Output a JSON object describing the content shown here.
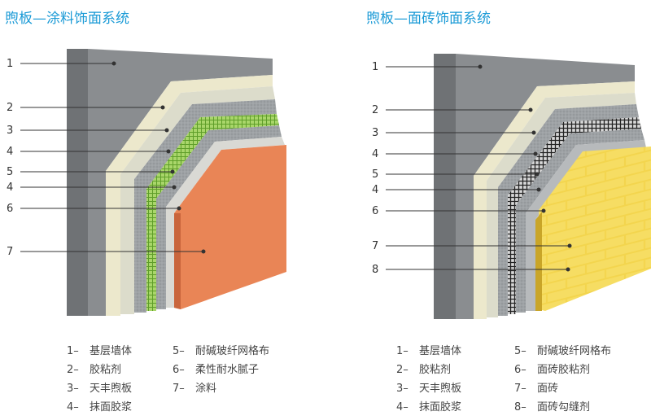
{
  "panels": [
    {
      "title": "煦板—涂料饰面系统",
      "callouts": [
        "1",
        "2",
        "3",
        "4",
        "5",
        "4",
        "6",
        "7"
      ],
      "legend_col1": [
        {
          "num": "1–",
          "text": "基层墙体"
        },
        {
          "num": "2–",
          "text": "胶粘剂"
        },
        {
          "num": "3–",
          "text": "天丰煦板"
        },
        {
          "num": "4–",
          "text": "抹面胶浆"
        }
      ],
      "legend_col2": [
        {
          "num": "5–",
          "text": "耐碱玻纤网格布"
        },
        {
          "num": "6–",
          "text": "柔性耐水腻子"
        },
        {
          "num": "7–",
          "text": "涂料"
        }
      ]
    },
    {
      "title": "煦板—面砖饰面系统",
      "callouts": [
        "1",
        "2",
        "3",
        "4",
        "5",
        "4",
        "6",
        "7",
        "8"
      ],
      "legend_col1": [
        {
          "num": "1–",
          "text": "基层墙体"
        },
        {
          "num": "2–",
          "text": "胶粘剂"
        },
        {
          "num": "3–",
          "text": "天丰煦板"
        },
        {
          "num": "4–",
          "text": "抹面胶浆"
        }
      ],
      "legend_col2": [
        {
          "num": "5–",
          "text": "耐碱玻纤网格布"
        },
        {
          "num": "6–",
          "text": "面砖胶粘剂"
        },
        {
          "num": "7–",
          "text": "面砖"
        },
        {
          "num": "8–",
          "text": "面砖勾缝剂"
        }
      ]
    }
  ],
  "colors": {
    "title": "#1a9ad6",
    "wall": "#8a8d90",
    "adhesive": "#e8e4c8",
    "board": "#d8d8c8",
    "mortar": "#b0b4b6",
    "mesh": "#8fc74a",
    "paint": "#e98556",
    "tile": "#f1d34c"
  }
}
